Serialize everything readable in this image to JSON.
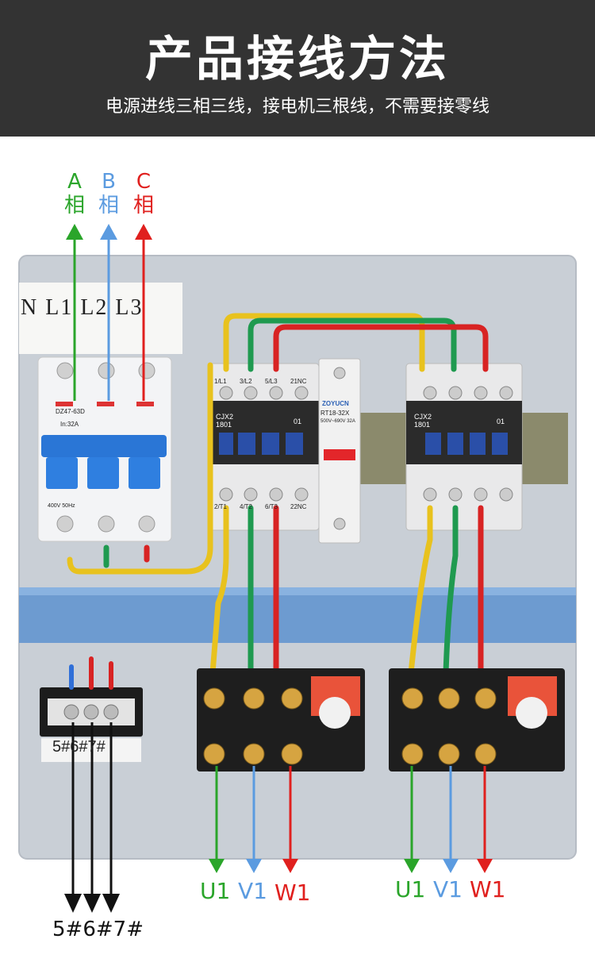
{
  "header": {
    "title": "产品接线方法",
    "subtitle": "电源进线三相三线，接电机三根线，不需要接零线"
  },
  "phases": [
    {
      "letter": "A",
      "suffix": "相",
      "color": "#2aa52a"
    },
    {
      "letter": "B",
      "suffix": "相",
      "color": "#5b9be0"
    },
    {
      "letter": "C",
      "suffix": "相",
      "color": "#e0201e"
    }
  ],
  "panel": {
    "line_labels": "N  L1  L2  L3",
    "terminal_tag": "5#6#7#",
    "breaker_model": "DZ47-63D",
    "breaker_rating": "In:32A",
    "breaker_volt": "400V 50Hz",
    "contactor_model": "CJX2 1801",
    "contactor_left_top": [
      "1/L1",
      "3/L2",
      "5/L3",
      "21NC"
    ],
    "contactor_left_bottom": [
      "2/T1",
      "4/T2",
      "6/T3",
      "22NC"
    ],
    "fuse_brand": "ZOYUCN",
    "fuse_model": "RT18-32X",
    "fuse_rating": "500V~690V 32A",
    "contactor_code": "01"
  },
  "outputs_left": [
    {
      "text": "U1",
      "color": "#2aa52a"
    },
    {
      "text": "V1",
      "color": "#5b9be0"
    },
    {
      "text": "W1",
      "color": "#e0201e"
    }
  ],
  "outputs_right": [
    {
      "text": "U1",
      "color": "#2aa52a"
    },
    {
      "text": "V1",
      "color": "#5b9be0"
    },
    {
      "text": "W1",
      "color": "#e0201e"
    }
  ],
  "bottom_label": "5#6#7#"
}
